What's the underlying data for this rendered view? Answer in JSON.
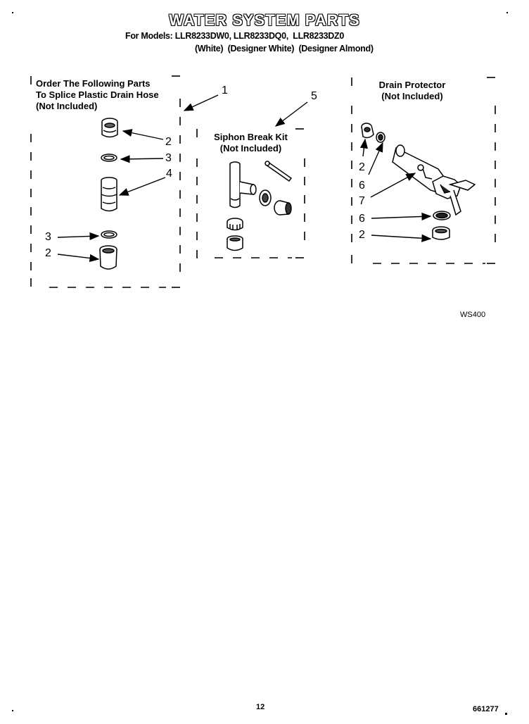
{
  "header": {
    "title": "WATER SYSTEM PARTS",
    "models_line": "For Models: LLR8233DW0, LLR8233DQ0,  LLR8233DZ0",
    "colors_line": "(White)  (Designer White)  (Designer Almond)"
  },
  "groups": {
    "splice": {
      "line1": "Order The Following Parts",
      "line2": "To Splice Plastic Drain Hose",
      "line3": "(Not Included)"
    },
    "siphon": {
      "line1": "Siphon Break Kit",
      "line2": "(Not Included)"
    },
    "drain": {
      "line1": "Drain Protector",
      "line2": "(Not Included)"
    }
  },
  "callouts": {
    "c1": "1",
    "c2a": "2",
    "c3a": "3",
    "c4": "4",
    "c3b": "3",
    "c2b": "2",
    "c5": "5",
    "c2c": "2",
    "c6a": "6",
    "c7": "7",
    "c6b": "6",
    "c2d": "2"
  },
  "footer": {
    "ref_code": "WS400",
    "page_number": "12",
    "doc_number": "661277"
  }
}
